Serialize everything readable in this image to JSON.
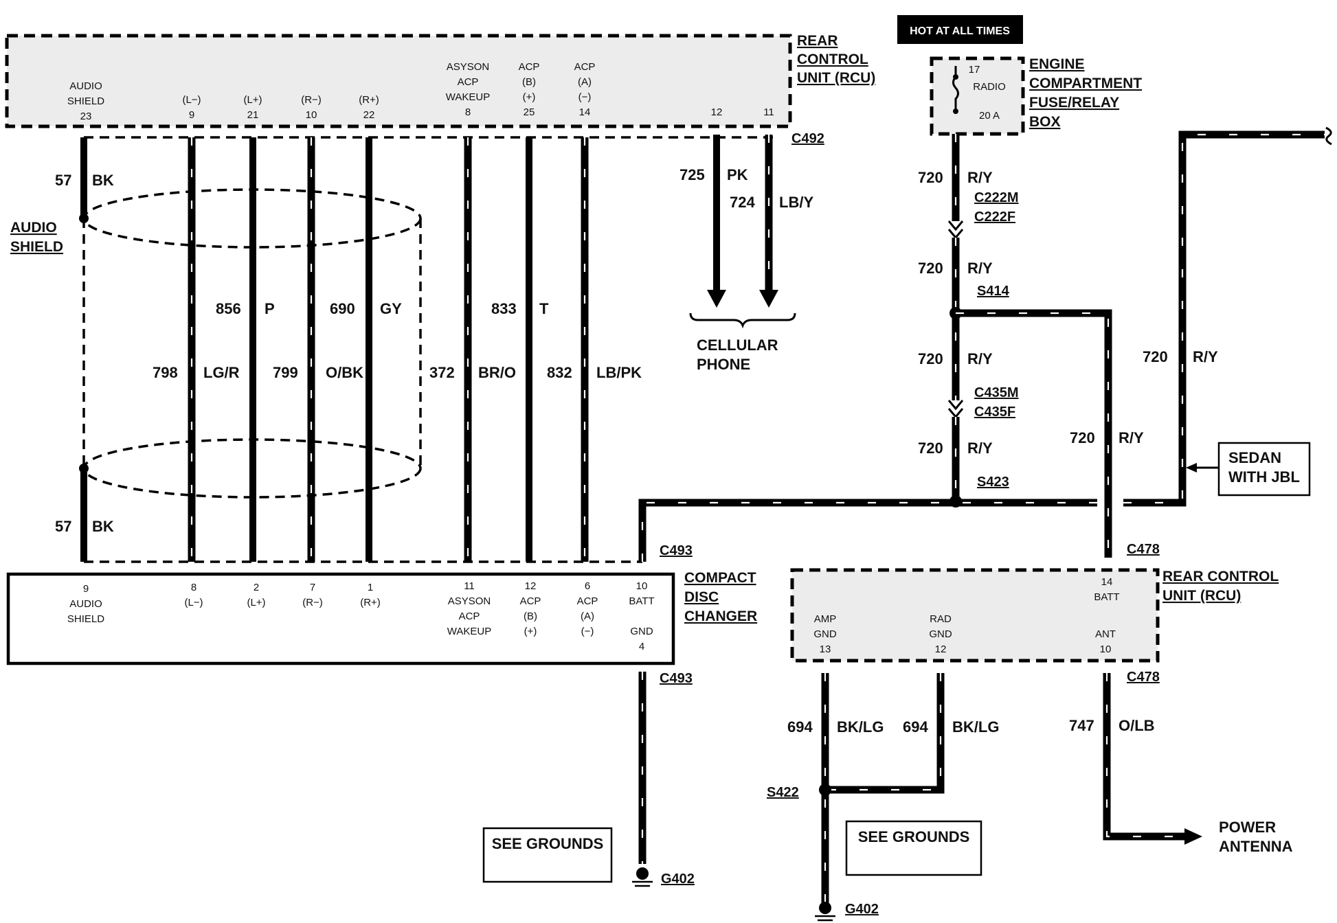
{
  "hot_label": "HOT AT ALL TIMES",
  "rcu_top": {
    "title_lines": [
      "REAR",
      "CONTROL",
      "UNIT (RCU)"
    ],
    "connector": "C492",
    "pins": [
      {
        "lines": [
          "AUDIO",
          "SHIELD",
          "23"
        ]
      },
      {
        "lines": [
          "(L−)",
          "9"
        ]
      },
      {
        "lines": [
          "(L+)",
          "21"
        ]
      },
      {
        "lines": [
          "(R−)",
          "10"
        ]
      },
      {
        "lines": [
          "(R+)",
          "22"
        ]
      },
      {
        "lines": [
          "ASYSON",
          "ACP",
          "WAKEUP",
          "8"
        ]
      },
      {
        "lines": [
          "ACP",
          "(B)",
          "(+)",
          "25"
        ]
      },
      {
        "lines": [
          "ACP",
          "(A)",
          "(−)",
          "14"
        ]
      },
      {
        "lines": [
          "12"
        ]
      },
      {
        "lines": [
          "11"
        ]
      }
    ]
  },
  "fuse_box": {
    "title_lines": [
      "ENGINE",
      "COMPARTMENT",
      "FUSE/RELAY",
      "BOX"
    ],
    "fuse_lines": [
      "17",
      "RADIO",
      "20 A"
    ]
  },
  "wires": {
    "bk_top": {
      "circuit": "57",
      "color": "BK"
    },
    "bk_bottom": {
      "circuit": "57",
      "color": "BK"
    },
    "w856": {
      "circuit": "856",
      "color": "P"
    },
    "w690": {
      "circuit": "690",
      "color": "GY"
    },
    "w833": {
      "circuit": "833",
      "color": "T"
    },
    "w798": {
      "circuit": "798",
      "color": "LG/R"
    },
    "w799": {
      "circuit": "799",
      "color": "O/BK"
    },
    "w372": {
      "circuit": "372",
      "color": "BR/O"
    },
    "w832": {
      "circuit": "832",
      "color": "LB/PK"
    },
    "w725": {
      "circuit": "725",
      "color": "PK"
    },
    "w724": {
      "circuit": "724",
      "color": "LB/Y"
    },
    "ry1": {
      "circuit": "720",
      "color": "R/Y"
    },
    "ry2": {
      "circuit": "720",
      "color": "R/Y"
    },
    "ry3": {
      "circuit": "720",
      "color": "R/Y"
    },
    "ry4": {
      "circuit": "720",
      "color": "R/Y"
    },
    "ry5": {
      "circuit": "720",
      "color": "R/Y"
    },
    "ry6": {
      "circuit": "720",
      "color": "R/Y"
    },
    "g694a": {
      "circuit": "694",
      "color": "BK/LG"
    },
    "g694b": {
      "circuit": "694",
      "color": "BK/LG"
    },
    "w747": {
      "circuit": "747",
      "color": "O/LB"
    }
  },
  "audio_shield_label": [
    "AUDIO",
    "SHIELD"
  ],
  "cellular_label": [
    "CELLULAR",
    "PHONE"
  ],
  "splices": {
    "c222m": "C222M",
    "c222f": "C222F",
    "s414": "S414",
    "c435m": "C435M",
    "c435f": "C435F",
    "s423": "S423",
    "s422": "S422"
  },
  "connectors": {
    "c493_top": "C493",
    "c493_bottom": "C493",
    "c478_top": "C478",
    "c478_bottom": "C478"
  },
  "sedan_label": [
    "SEDAN",
    "WITH JBL"
  ],
  "cd_changer": {
    "title_lines": [
      "COMPACT",
      "DISC",
      "CHANGER"
    ],
    "pins": [
      {
        "lines": [
          "9",
          "AUDIO",
          "SHIELD"
        ]
      },
      {
        "lines": [
          "8",
          "(L−)"
        ]
      },
      {
        "lines": [
          "2",
          "(L+)"
        ]
      },
      {
        "lines": [
          "7",
          "(R−)"
        ]
      },
      {
        "lines": [
          "1",
          "(R+)"
        ]
      },
      {
        "lines": [
          "11",
          "ASYSON",
          "ACP",
          "WAKEUP"
        ]
      },
      {
        "lines": [
          "12",
          "ACP",
          "(B)",
          "(+)"
        ]
      },
      {
        "lines": [
          "6",
          "ACP",
          "(A)",
          "(−)"
        ]
      },
      {
        "lines": [
          "10",
          "BATT",
          "GND",
          "4"
        ]
      }
    ]
  },
  "rcu_bottom": {
    "title_lines": [
      "REAR CONTROL",
      "UNIT (RCU)"
    ],
    "pins": [
      {
        "lines": [
          "14",
          "BATT"
        ]
      },
      {
        "lines": [
          "AMP",
          "GND",
          "13"
        ]
      },
      {
        "lines": [
          "RAD",
          "GND",
          "12"
        ]
      },
      {
        "lines": [
          "ANT",
          "10"
        ]
      }
    ]
  },
  "grounds": {
    "see_left": "SEE GROUNDS",
    "see_right": "SEE GROUNDS",
    "g402_left": "G402",
    "g402_right": "G402"
  },
  "power_antenna": [
    "POWER",
    "ANTENNA"
  ]
}
